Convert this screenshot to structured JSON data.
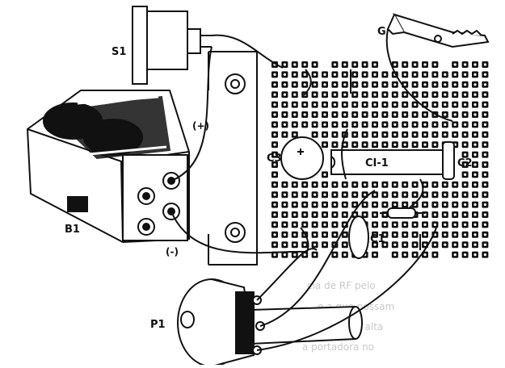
{
  "labels": {
    "s1": "S1",
    "g": "G",
    "b1": "B1",
    "c3": "C3",
    "ci1": "CI-1",
    "c2": "C2",
    "c1": "C1",
    "p1": "P1",
    "plus": "(+)",
    "minus": "(-)"
  },
  "background_text": [
    "cia de RF pelo",
    "e a que possam",
    "audio com alta",
    "a portadora no"
  ],
  "colors": {
    "ink": "#111111",
    "paper": "#ffffff",
    "faded_text": "#c9c9c9"
  }
}
